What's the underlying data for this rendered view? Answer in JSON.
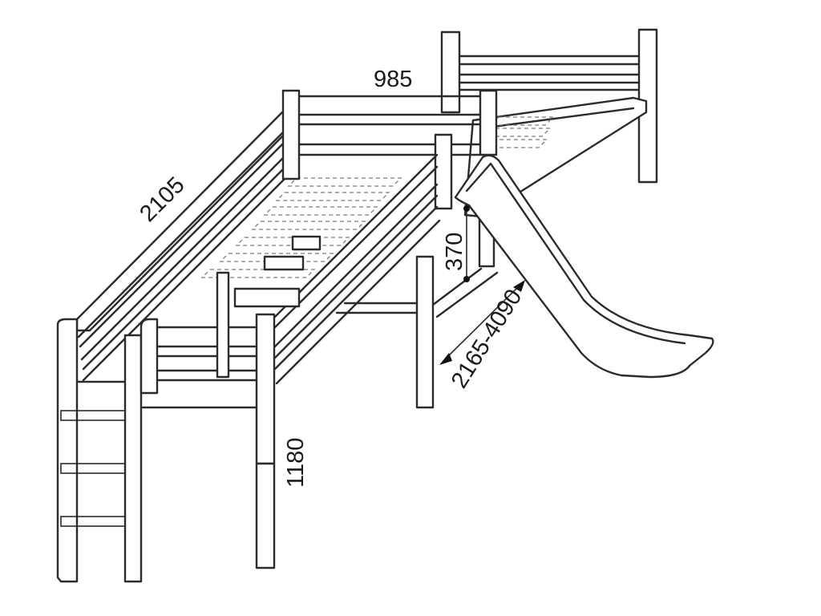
{
  "dimensions": {
    "bed_length": "2105",
    "bed_width": "985",
    "slide_step": "370",
    "slide_length": "2165-4090",
    "height": "1180"
  },
  "colors": {
    "line": "#2b2b2b",
    "background": "#ffffff"
  }
}
